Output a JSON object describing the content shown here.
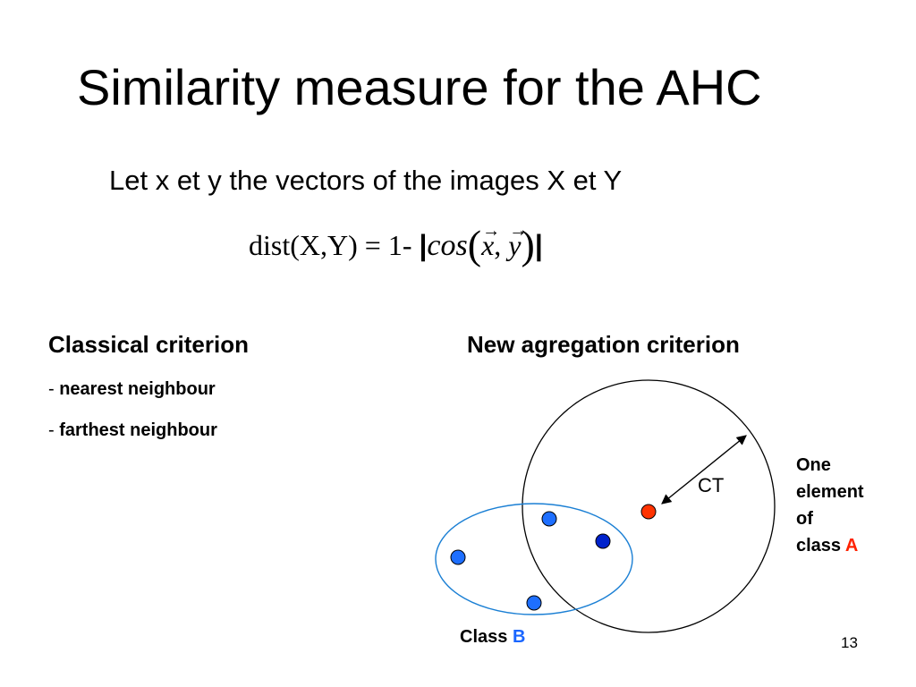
{
  "slide": {
    "title": "Similarity measure for the AHC",
    "intro": "Let x et y the  vectors of the images X et Y",
    "formula": {
      "lhs": "dist(X,Y) = 1-",
      "abs_open": "|",
      "cos_fn": "cos",
      "paren_open": "(",
      "vec_x": "x",
      "comma": ",",
      "vec_y": "y",
      "paren_close": ")",
      "abs_close": "|"
    },
    "classical": {
      "heading": "Classical criterion",
      "items": [
        {
          "dash": "- ",
          "text": "nearest neighbour"
        },
        {
          "dash": "- ",
          "text": "farthest neighbour"
        }
      ]
    },
    "new_criterion": {
      "heading": "New agregation criterion",
      "ct_label": "CT",
      "class_a": {
        "line1": "One",
        "line2": "element",
        "line3": "of",
        "line4_prefix": "class ",
        "letter": "A",
        "letter_color": "#ff2200"
      },
      "class_b": {
        "prefix": "Class ",
        "letter": "B",
        "letter_color": "#1a66ff"
      },
      "colors": {
        "class_a_point": "#ff3300",
        "class_b_point": "#1e6fff",
        "class_b_point_dark": "#0022cc",
        "ellipse_stroke": "#1a7fd4",
        "circle_stroke": "#000000"
      }
    },
    "page_number": "13"
  }
}
